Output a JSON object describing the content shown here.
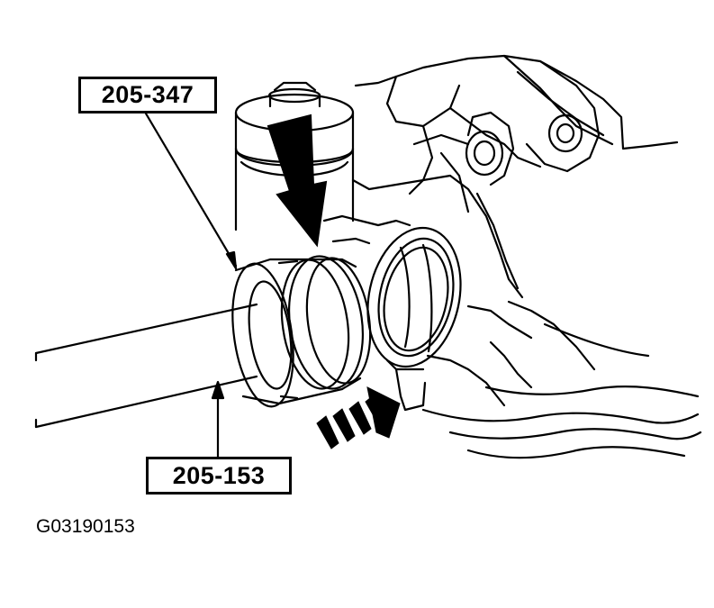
{
  "diagram": {
    "callouts": [
      {
        "id": "tool-1",
        "label": "205-347"
      },
      {
        "id": "tool-2",
        "label": "205-153"
      }
    ],
    "figure_id": "G03190153"
  }
}
